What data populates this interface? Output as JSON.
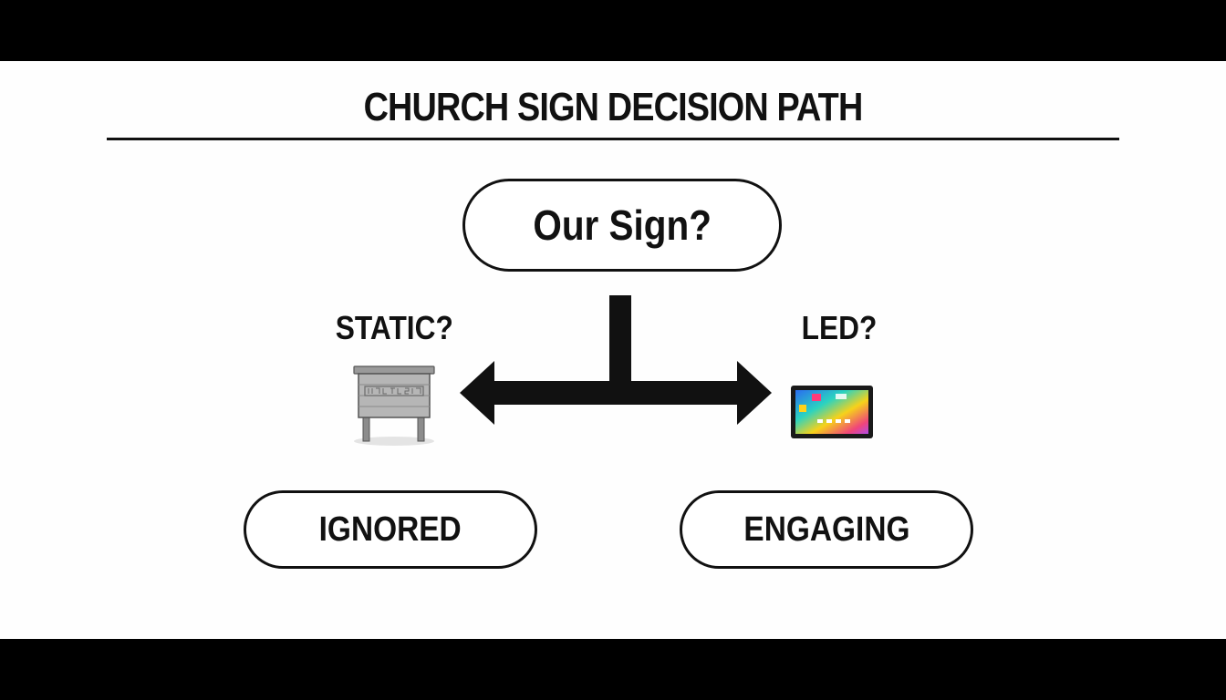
{
  "title": "CHURCH SIGN DECISION PATH",
  "root": {
    "label": "Our Sign?"
  },
  "branches": {
    "left": {
      "label": "STATIC?",
      "icon": "wooden-sign-icon",
      "outcome": "IGNORED"
    },
    "right": {
      "label": "LED?",
      "icon": "led-screen-icon",
      "outcome": "ENGAGING"
    }
  },
  "colors": {
    "background": "#fefefe",
    "ink": "#111111",
    "letterbox": "#000000"
  }
}
